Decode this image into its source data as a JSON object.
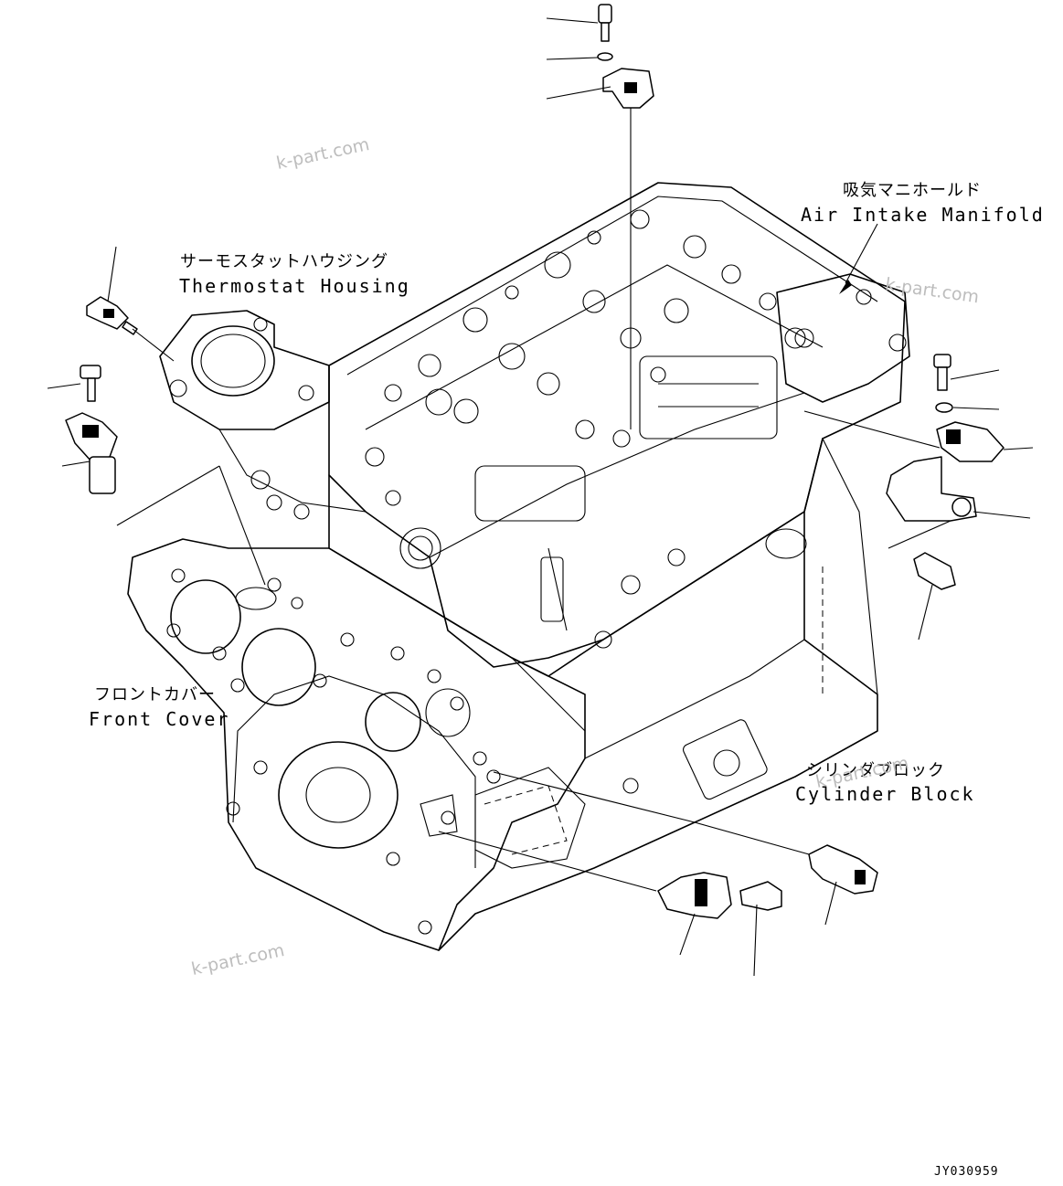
{
  "labels": {
    "air_intake_jp": "吸気マニホールド",
    "air_intake_en": "Air Intake Manifold",
    "thermostat_jp": "サーモスタットハウジング",
    "thermostat_en": "Thermostat Housing",
    "front_cover_jp": "フロントカバー",
    "front_cover_en": "Front Cover",
    "cylinder_block_jp": "シリンダブロック",
    "cylinder_block_en": "Cylinder Block"
  },
  "watermark": "k-part.com",
  "drawing_code": "JY030959",
  "colors": {
    "line": "#000000",
    "background": "#ffffff",
    "watermark": "#bdbdbd"
  }
}
